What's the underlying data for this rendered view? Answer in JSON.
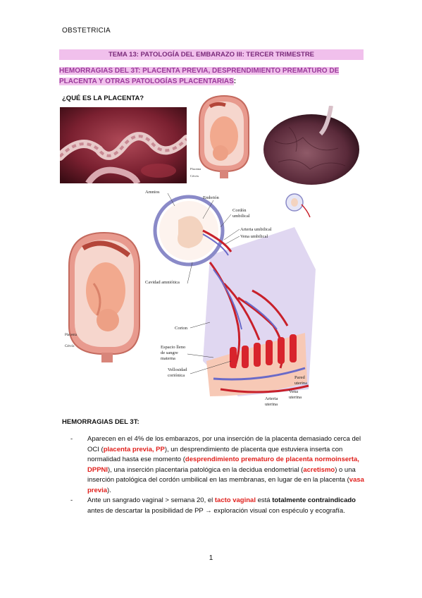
{
  "header": {
    "text": "OBSTETRICIA"
  },
  "title": "TEMA 13: PATOLOGÍA DEL EMBARAZO III: TERCER TRIMESTRE",
  "subtitle": {
    "line1": "HEMORRAGIAS DEL 3T: PLACENTA PREVIA, DESPRENDIMIENTO PREMATURO DE",
    "line2": "PLACENTA Y OTRAS PATOLOGÍAS PLACENTARIAS",
    "colon": ":"
  },
  "question": "¿QUÉ ES LA PLACENTA?",
  "figure_labels": {
    "small_uterus_placenta": "Placenta",
    "small_uterus_cervix": "Cérvix",
    "amnios": "Amnios",
    "embrion": "Embrión",
    "cordon": "Cordón",
    "umbilical": "umbilical",
    "arteria_umbilical": "Arteria umbilical",
    "vena_umbilical": "Vena umbilical",
    "cavidad": "Cavidad amniótica",
    "corion": "Corion",
    "espacio1": "Espacio lleno",
    "espacio2": "de sangre",
    "espacio3": "materna",
    "vellosidad1": "Vellosidad",
    "vellosidad2": "coriónica",
    "pared1": "Pared",
    "pared2": "uterina",
    "vena_ut1": "Vena",
    "vena_ut2": "uterina",
    "arteria_ut1": "Arteria",
    "arteria_ut2": "uterina",
    "big_uterus_placenta": "Placenta",
    "big_uterus_cervix": "Cérvix"
  },
  "section2_title": "HEMORRAGIAS DEL 3T:",
  "bullets": [
    {
      "dash": "-",
      "parts": [
        {
          "t": "Aparecen en el 4% de los embarazos, por una inserción de la placenta demasiado cerca del OCI (",
          "s": "n"
        },
        {
          "t": "placenta previa, PP",
          "s": "r"
        },
        {
          "t": "), un desprendimiento de placenta que estuviera inserta con normalidad hasta ese momento (",
          "s": "n"
        },
        {
          "t": "desprendimiento prematuro de placenta normoinserta, DPPNI",
          "s": "r"
        },
        {
          "t": "), una inserción placentaria patológica en la decidua endometrial (",
          "s": "n"
        },
        {
          "t": "acretismo",
          "s": "r"
        },
        {
          "t": ") o una inserción patológica del cordón umbilical en las membranas, en lugar de en la placenta (",
          "s": "n"
        },
        {
          "t": "vasa previa",
          "s": "r"
        },
        {
          "t": ").",
          "s": "n"
        }
      ]
    },
    {
      "dash": "-",
      "parts": [
        {
          "t": "Ante un sangrado vaginal > semana 20, el ",
          "s": "n"
        },
        {
          "t": "tacto vaginal",
          "s": "r"
        },
        {
          "t": " está ",
          "s": "n"
        },
        {
          "t": "totalmente contraindicado",
          "s": "b"
        },
        {
          "t": " antes de descartar la posibilidad de PP → exploración visual con espéculo y ecografía.",
          "s": "n"
        }
      ]
    }
  ],
  "page_number": "1",
  "colors": {
    "highlight": "#f1c0ec",
    "title_text": "#7a2a7a",
    "subtitle_text": "#9a3a9a",
    "red": "#e0201c"
  }
}
